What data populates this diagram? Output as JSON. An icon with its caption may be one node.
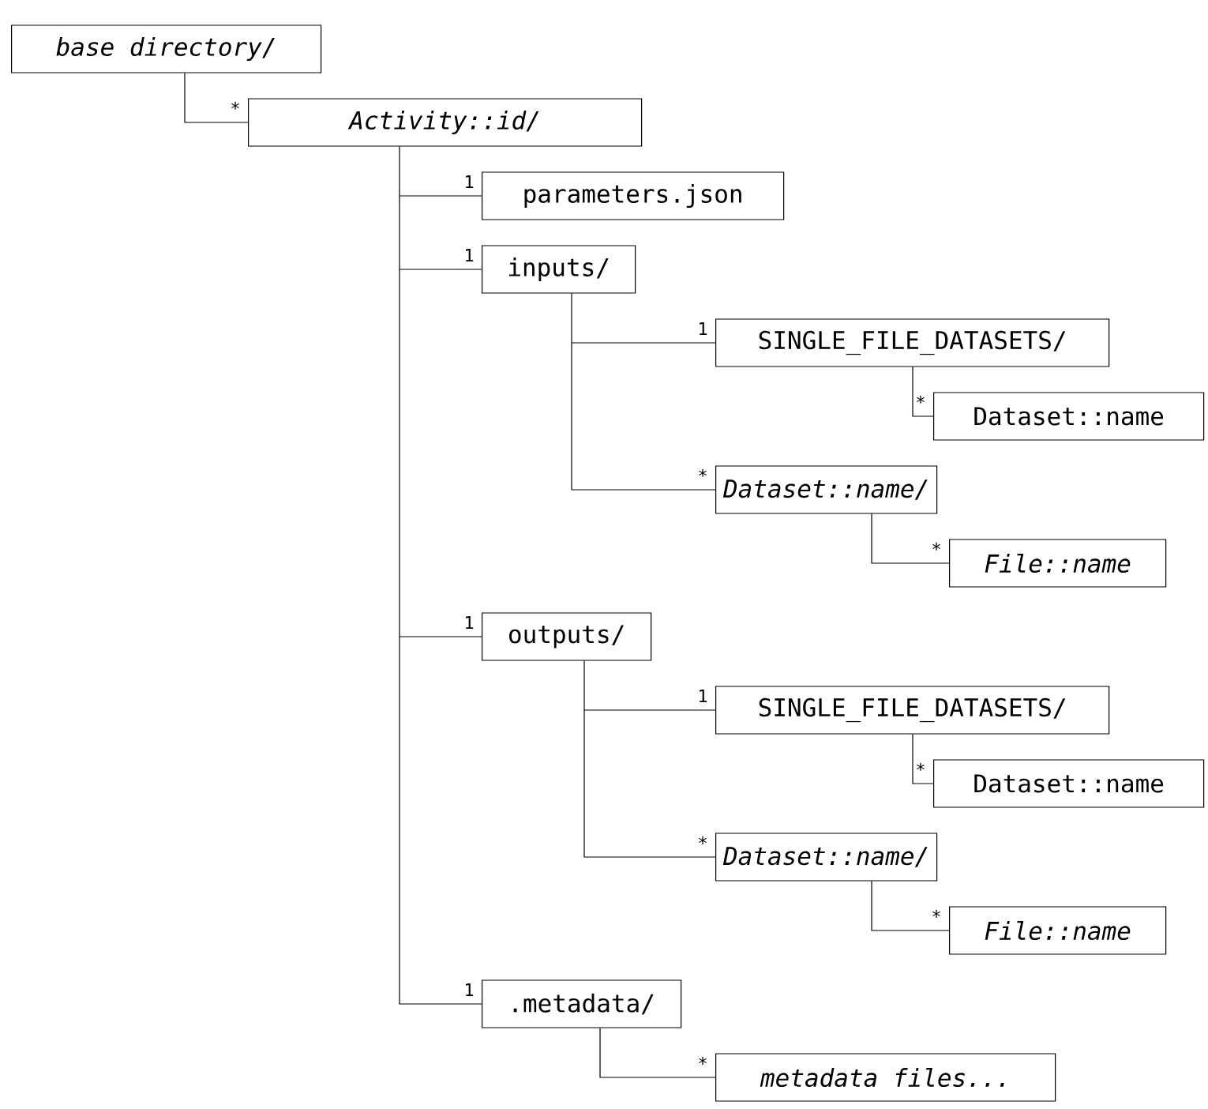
{
  "diagram": {
    "nodes": [
      {
        "text": [
          "base directory/"
        ]
      },
      {
        "text": [
          "Activity::id/"
        ]
      },
      {
        "text": [
          "parameters.json"
        ]
      },
      {
        "text": [
          "inputs/"
        ]
      },
      {
        "text": [
          "SINGLE_FILE_DATASETS/"
        ]
      },
      {
        "text": [
          "Dataset::name"
        ]
      },
      {
        "text": [
          "Dataset::name/"
        ]
      },
      {
        "text": [
          "File::name"
        ]
      },
      {
        "text": [
          "outputs/"
        ]
      },
      {
        "text": [
          "SINGLE_FILE_DATASETS/"
        ]
      },
      {
        "text": [
          "Dataset::name"
        ]
      },
      {
        "text": [
          "Dataset::name/"
        ]
      },
      {
        "text": [
          "File::name"
        ]
      },
      {
        "text": [
          ".metadata/"
        ]
      },
      {
        "text": [
          "metadata files..."
        ]
      }
    ],
    "edges": [
      {
        "from": 0,
        "to": 1,
        "arrow": "none",
        "label": "*"
      },
      {
        "from": 1,
        "to": 2,
        "arrow": "none",
        "label": "1"
      },
      {
        "from": 1,
        "to": 3,
        "arrow": "none",
        "label": "1"
      },
      {
        "from": 3,
        "to": 4,
        "arrow": "none",
        "label": "1"
      },
      {
        "from": 4,
        "to": 5,
        "arrow": "none",
        "label": "*"
      },
      {
        "from": 3,
        "to": 6,
        "arrow": "none",
        "label": "*"
      },
      {
        "from": 6,
        "to": 7,
        "arrow": "none",
        "label": "*"
      },
      {
        "from": 1,
        "to": 8,
        "arrow": "none",
        "label": "1"
      },
      {
        "from": 8,
        "to": 9,
        "arrow": "none",
        "label": "1"
      },
      {
        "from": 9,
        "to": 10,
        "arrow": "none",
        "label": "*"
      },
      {
        "from": 8,
        "to": 11,
        "arrow": "none",
        "label": "*"
      },
      {
        "from": 11,
        "to": 12,
        "arrow": "none",
        "label": "*"
      },
      {
        "from": 1,
        "to": 13,
        "arrow": "none",
        "label": "1"
      },
      {
        "from": 13,
        "to": 14,
        "arrow": "none",
        "label": "*"
      }
    ]
  }
}
